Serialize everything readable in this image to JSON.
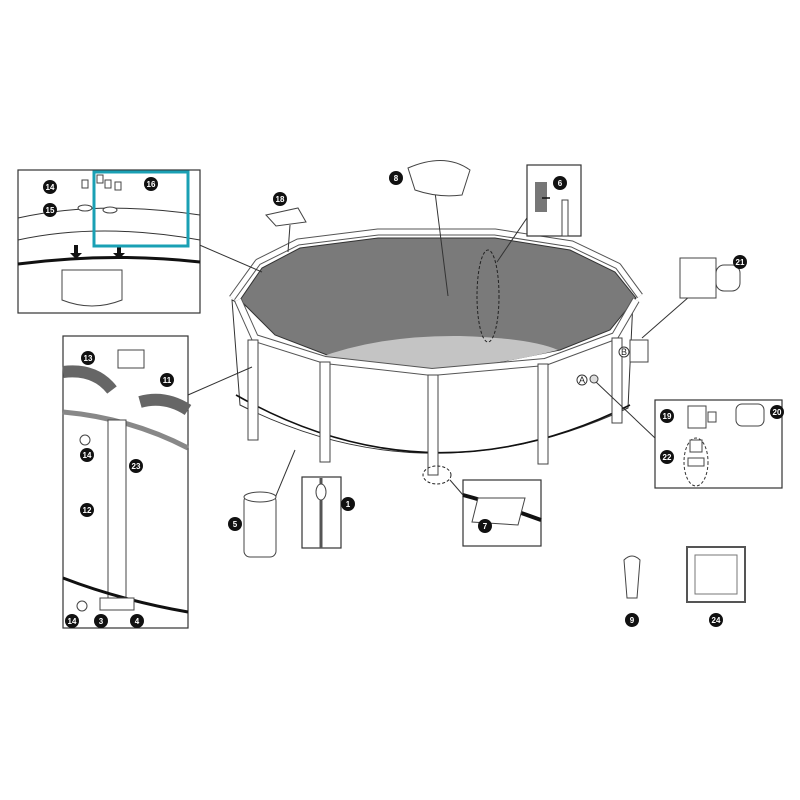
{
  "diagram": {
    "accent_color": "#1aa0b4",
    "liner_color": "#7a7a7a",
    "floor_color": "#c4c4c4",
    "callouts": {
      "c14a": "14",
      "c15": "15",
      "c16": "16",
      "c13": "13",
      "c11": "11",
      "c14b": "14",
      "c23": "23",
      "c12": "12",
      "c14c": "14",
      "c3": "3",
      "c4": "4",
      "c8": "8",
      "c18": "18",
      "c6": "6",
      "c21": "21",
      "c19": "19",
      "c20": "20",
      "c22": "22",
      "c5": "5",
      "c1": "1",
      "c7": "7",
      "c9": "9",
      "c24": "24"
    },
    "connection_labels": {
      "a": "A",
      "b": "B"
    }
  }
}
